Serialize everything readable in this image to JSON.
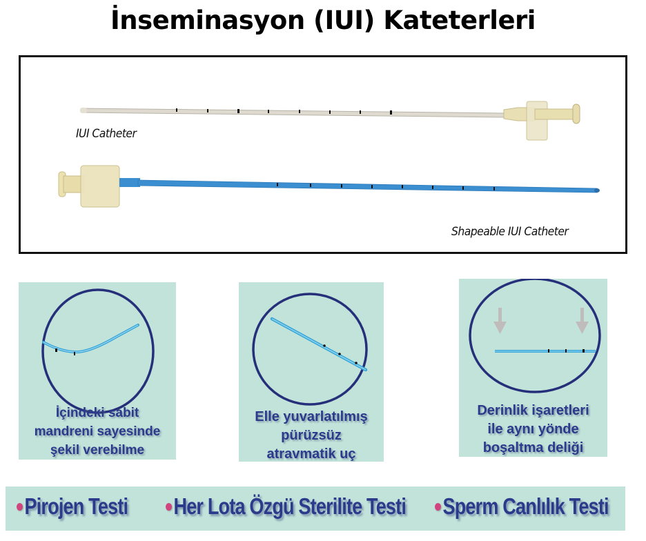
{
  "title": "İnseminasyon (IUI) Kateterleri",
  "photo": {
    "catheters": [
      {
        "label": "IUI Catheter",
        "color": "#dcd8cc"
      },
      {
        "label": "Shapeable IUI Catheter",
        "color": "#3b8fd0"
      }
    ]
  },
  "features": [
    {
      "lines": [
        "İçindeki sabit",
        "mandreni sayesinde",
        "şekil verebilme"
      ]
    },
    {
      "lines": [
        "Elle yuvarlatılmış",
        "pürüzsüz",
        "atravmatik uç"
      ]
    },
    {
      "lines": [
        "Derinlik işaretleri",
        "ile aynı yönde",
        "boşaltma deliği"
      ]
    }
  ],
  "tests": [
    {
      "label": "Pirojen Testi"
    },
    {
      "label": "Her Lota Özgü Sterilite Testi"
    },
    {
      "label": "Sperm Canlılık Testi"
    }
  ],
  "colors": {
    "panel_bg": "#c2e3da",
    "text_navy": "#2c3a8c",
    "bullet_pink": "#d0447f",
    "circle": "#26307a",
    "catheter_blue": "#3b8fd0"
  }
}
